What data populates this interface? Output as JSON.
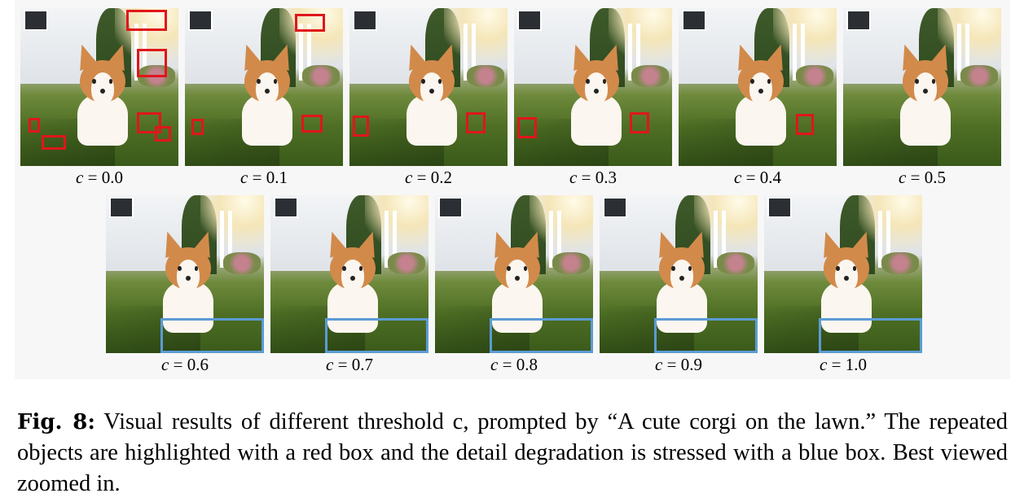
{
  "figure": {
    "row1": [
      {
        "var": "c",
        "eq": " = ",
        "val": "0.0"
      },
      {
        "var": "c",
        "eq": " = ",
        "val": "0.1"
      },
      {
        "var": "c",
        "eq": " = ",
        "val": "0.2"
      },
      {
        "var": "c",
        "eq": " = ",
        "val": "0.3"
      },
      {
        "var": "c",
        "eq": " = ",
        "val": "0.4"
      },
      {
        "var": "c",
        "eq": " = ",
        "val": "0.5"
      }
    ],
    "row2": [
      {
        "var": "c",
        "eq": " = ",
        "val": "0.6"
      },
      {
        "var": "c",
        "eq": " = ",
        "val": "0.7"
      },
      {
        "var": "c",
        "eq": " = ",
        "val": "0.8"
      },
      {
        "var": "c",
        "eq": " = ",
        "val": "0.9"
      },
      {
        "var": "c",
        "eq": " = ",
        "val": "1.0"
      }
    ]
  },
  "caption": {
    "lead": "Fig. 8:",
    "text": " Visual results of different threshold c, prompted by “A cute corgi on the lawn.” The repeated objects are highlighted with a red box and the detail degradation is stressed with a blue box. Best viewed zoomed in."
  },
  "colors": {
    "red_box": "#e0161b",
    "blue_box": "#5b9bd5"
  }
}
